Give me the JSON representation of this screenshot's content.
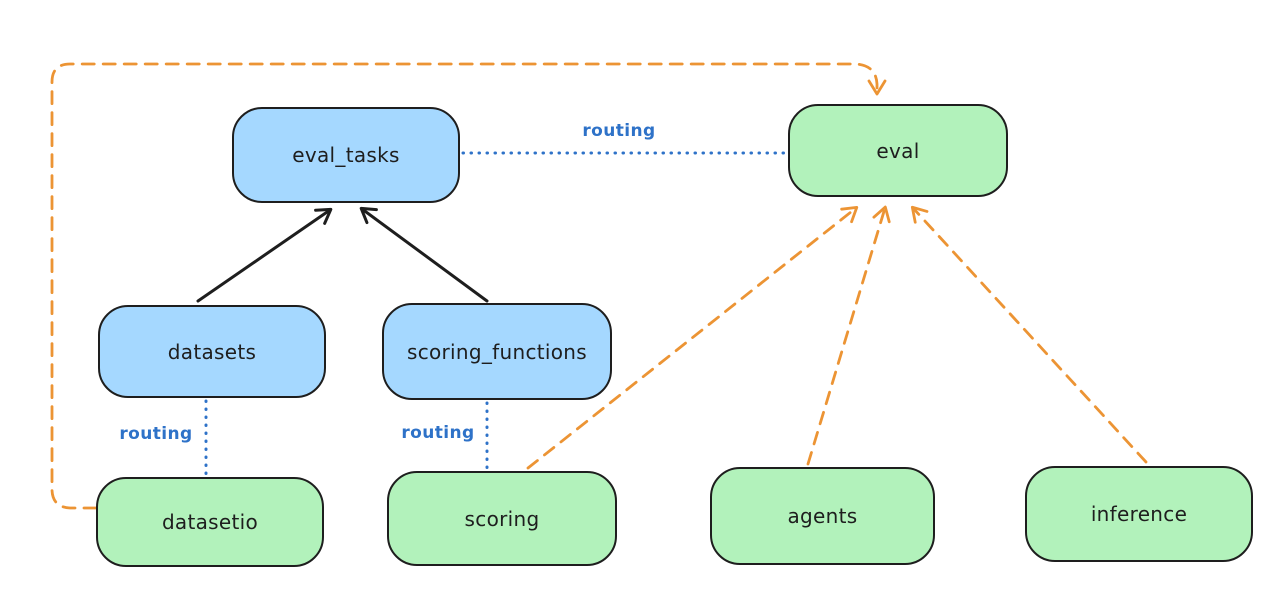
{
  "colors": {
    "canvas-bg": "#ffffff",
    "stroke-dark": "#1e1e1e",
    "node-blue": "#a5d8ff",
    "node-green": "#b2f2bb",
    "edge-orange": "#ec9434",
    "edge-blue": "#2e72c8"
  },
  "nodes": {
    "eval_tasks": {
      "label": "eval_tasks",
      "color": "blue"
    },
    "eval": {
      "label": "eval",
      "color": "green"
    },
    "datasets": {
      "label": "datasets",
      "color": "blue"
    },
    "scoring_functions": {
      "label": "scoring_functions",
      "color": "blue"
    },
    "datasetio": {
      "label": "datasetio",
      "color": "green"
    },
    "scoring": {
      "label": "scoring",
      "color": "green"
    },
    "agents": {
      "label": "agents",
      "color": "green"
    },
    "inference": {
      "label": "inference",
      "color": "green"
    }
  },
  "edges": {
    "eval_tasks_to_eval": {
      "label": "routing",
      "style": "dotted-blue"
    },
    "datasets_to_datasetio": {
      "label": "routing",
      "style": "dotted-blue"
    },
    "scoring_functions_to_scoring": {
      "label": "routing",
      "style": "dotted-blue"
    },
    "datasets_to_eval_tasks": {
      "style": "solid-black-arrow"
    },
    "scoring_functions_to_eval_tasks": {
      "style": "solid-black-arrow"
    },
    "scoring_to_eval": {
      "style": "dashed-orange-arrow"
    },
    "agents_to_eval": {
      "style": "dashed-orange-arrow"
    },
    "inference_to_eval": {
      "style": "dashed-orange-arrow"
    },
    "datasetio_to_eval": {
      "style": "dashed-orange-arrow"
    }
  }
}
